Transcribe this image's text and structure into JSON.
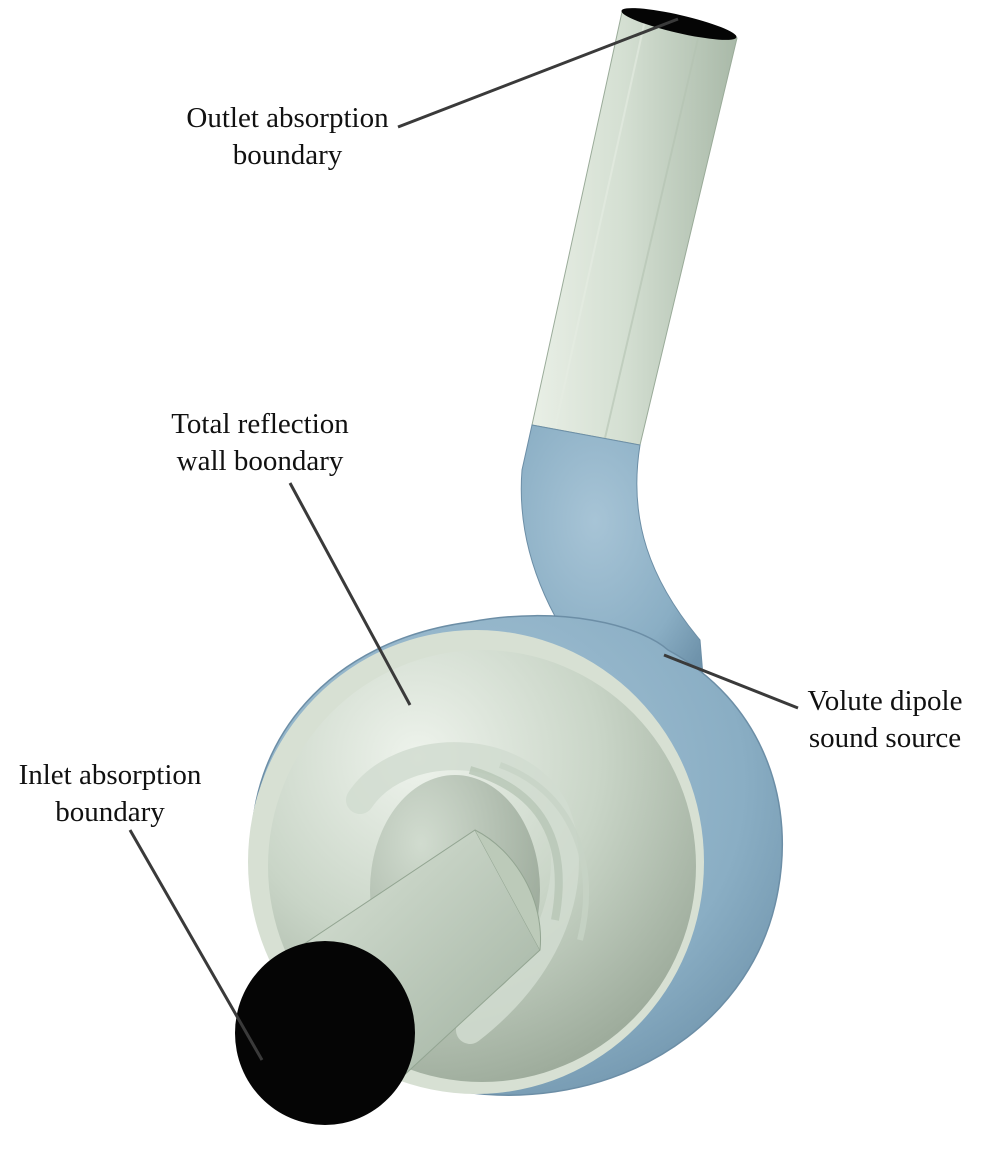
{
  "labels": {
    "outlet": {
      "line1": "Outlet absorption",
      "line2": "boundary"
    },
    "wall": {
      "line1": "Total reflection",
      "line2": "wall boondary"
    },
    "volute": {
      "line1": "Volute dipole",
      "line2": "sound source"
    },
    "inlet": {
      "line1": "Inlet absorption",
      "line2": "boundary"
    }
  },
  "colors": {
    "pipe": "#cdd9cc",
    "volute": "#89adc4",
    "wall": "#c3d1c1",
    "inlet_opening": "#050505",
    "leader": "#3a3a3a"
  }
}
